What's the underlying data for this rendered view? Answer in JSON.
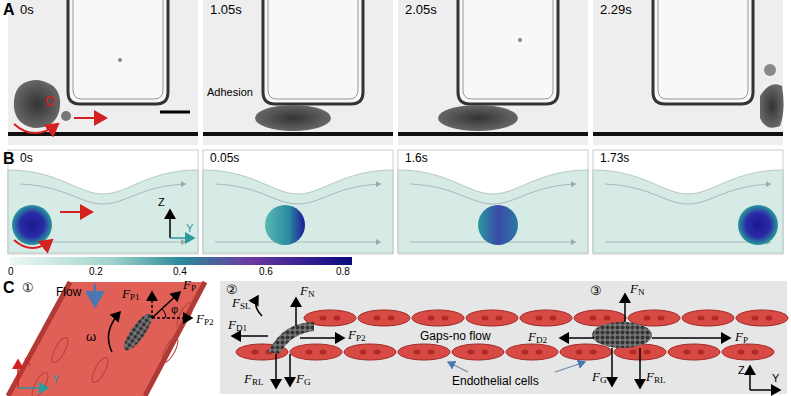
{
  "diagram": {
    "labels": [
      "A",
      "0s",
      "1.05s",
      "2.05s",
      "2.29s",
      "Adhesion",
      "Ω",
      "B",
      "0s",
      "0.05s",
      "1.6s",
      "1.73s",
      "Z",
      "Y",
      "0",
      "0.2",
      "0.4",
      "0.6",
      "0.8",
      "C",
      "①",
      "Flow",
      "FP1",
      "FP",
      "φ",
      "FP2",
      "ω",
      "X",
      "Y",
      "②",
      "FSL",
      "FN",
      "FD1",
      "FP2",
      "FRL",
      "FG",
      "Gaps-no flow",
      "③",
      "FN",
      "FD2",
      "FP",
      "FG",
      "FRL",
      "Endothelial cells",
      "Z",
      "Y"
    ]
  }
}
